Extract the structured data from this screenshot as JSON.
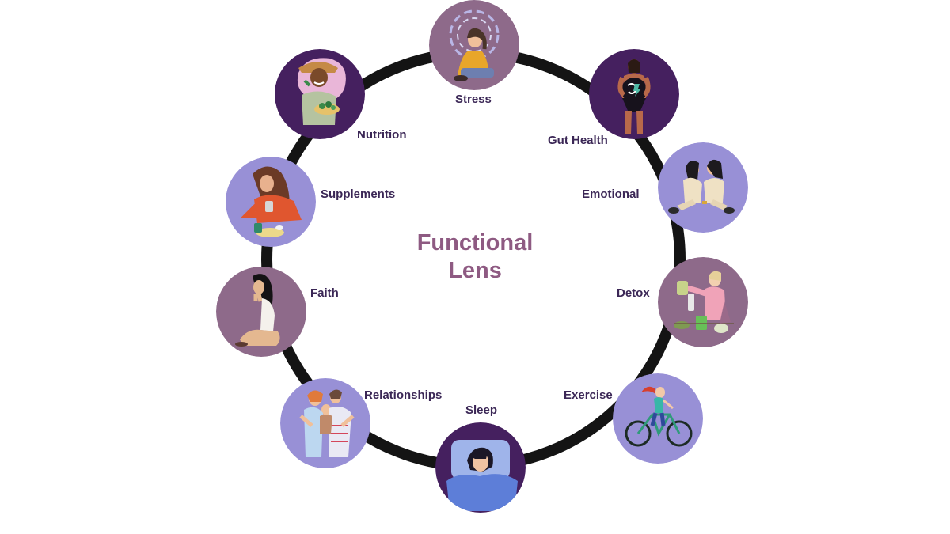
{
  "center": {
    "line1": "Functional",
    "line2": "Lens"
  },
  "nodes": [
    {
      "label": "Stress",
      "icon": "stress-icon",
      "bg": "#8e6a8a"
    },
    {
      "label": "Gut Health",
      "icon": "gut-health-icon",
      "bg": "#45205f"
    },
    {
      "label": "Emotional",
      "icon": "emotional-icon",
      "bg": "#9890d6"
    },
    {
      "label": "Detox",
      "icon": "detox-icon",
      "bg": "#8e6a8a"
    },
    {
      "label": "Exercise",
      "icon": "exercise-icon",
      "bg": "#9890d6"
    },
    {
      "label": "Sleep",
      "icon": "sleep-icon",
      "bg": "#45205f"
    },
    {
      "label": "Relationships",
      "icon": "relationships-icon",
      "bg": "#9890d6"
    },
    {
      "label": "Faith",
      "icon": "faith-icon",
      "bg": "#8e6a8a"
    },
    {
      "label": "Supplements",
      "icon": "supplements-icon",
      "bg": "#9890d6"
    },
    {
      "label": "Nutrition",
      "icon": "nutrition-icon",
      "bg": "#45205f"
    }
  ],
  "colors": {
    "ring": "#141414",
    "label": "#3b2756",
    "title": "#8e5a82"
  }
}
